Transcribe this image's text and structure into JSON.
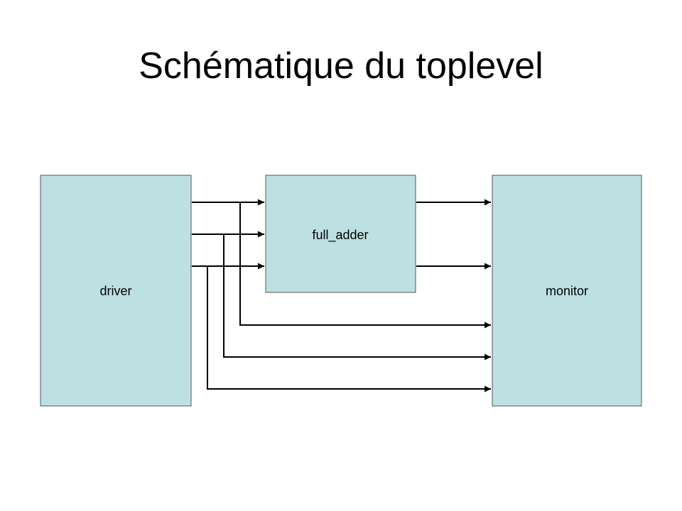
{
  "title": "Schématique du toplevel",
  "colors": {
    "block_fill": "#bde0e3",
    "block_stroke": "#555555",
    "wire": "#000000",
    "text": "#000000"
  },
  "diagram": {
    "blocks": [
      {
        "id": "driver",
        "label": "driver"
      },
      {
        "id": "full_adder",
        "label": "full_adder"
      },
      {
        "id": "monitor",
        "label": "monitor"
      }
    ],
    "connections": [
      {
        "from": "driver",
        "to": "full_adder",
        "count": 3
      },
      {
        "from": "driver",
        "to": "monitor",
        "count": 3
      },
      {
        "from": "full_adder",
        "to": "monitor",
        "count": 2
      }
    ]
  }
}
